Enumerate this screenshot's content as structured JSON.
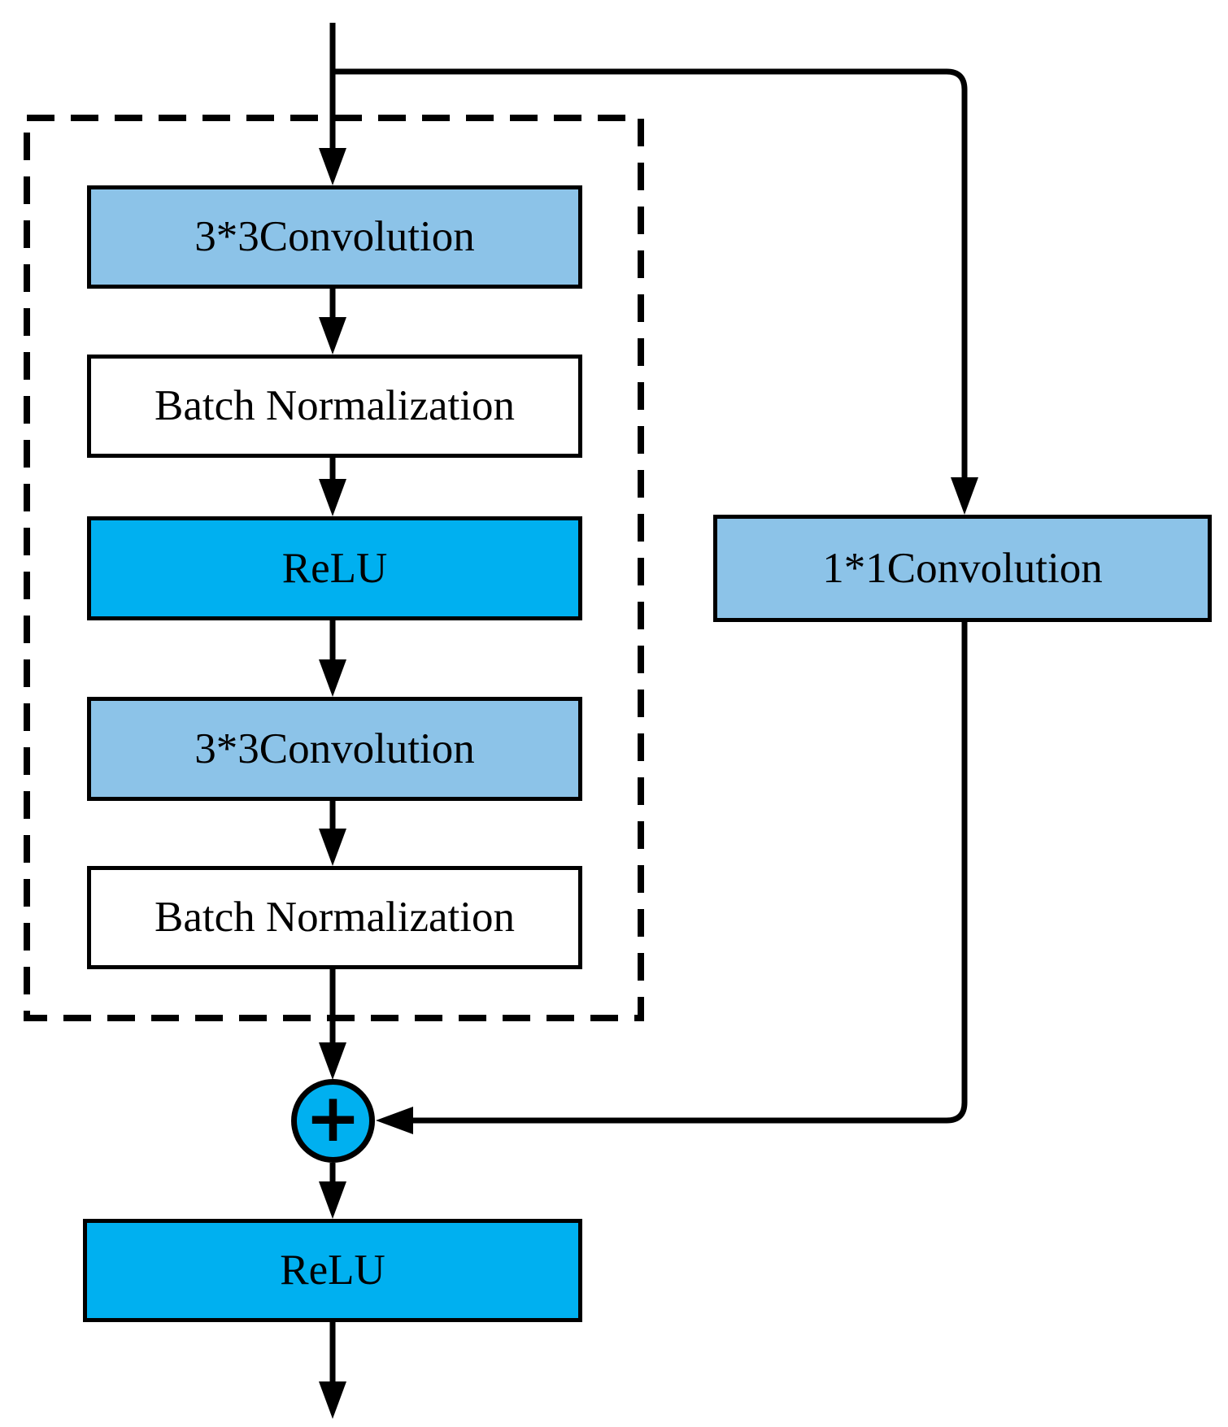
{
  "diagram": {
    "type": "flowchart",
    "colors": {
      "light_blue": "#8CC3E8",
      "cyan": "#00B0F0",
      "white": "#FFFFFF",
      "line": "#000000"
    },
    "nodes": [
      {
        "id": "conv1",
        "label": "3*3Convolution",
        "fill": "light_blue",
        "shape": "rect"
      },
      {
        "id": "bn1",
        "label": "Batch Normalization",
        "fill": "white",
        "shape": "rect"
      },
      {
        "id": "relu1",
        "label": "ReLU",
        "fill": "cyan",
        "shape": "rect"
      },
      {
        "id": "conv2",
        "label": "3*3Convolution",
        "fill": "light_blue",
        "shape": "rect"
      },
      {
        "id": "bn2",
        "label": "Batch Normalization",
        "fill": "white",
        "shape": "rect"
      },
      {
        "id": "conv11",
        "label": "1*1Convolution",
        "fill": "light_blue",
        "shape": "rect"
      },
      {
        "id": "add",
        "label": "+",
        "fill": "cyan",
        "shape": "circle"
      },
      {
        "id": "relu2",
        "label": "ReLU",
        "fill": "cyan",
        "shape": "rect"
      }
    ],
    "edges": [
      {
        "from": "input",
        "to": "conv1"
      },
      {
        "from": "input",
        "to": "conv11",
        "kind": "skip-connection"
      },
      {
        "from": "conv1",
        "to": "bn1"
      },
      {
        "from": "bn1",
        "to": "relu1"
      },
      {
        "from": "relu1",
        "to": "conv2"
      },
      {
        "from": "conv2",
        "to": "bn2"
      },
      {
        "from": "bn2",
        "to": "add"
      },
      {
        "from": "conv11",
        "to": "add"
      },
      {
        "from": "add",
        "to": "relu2"
      },
      {
        "from": "relu2",
        "to": "output"
      }
    ]
  }
}
